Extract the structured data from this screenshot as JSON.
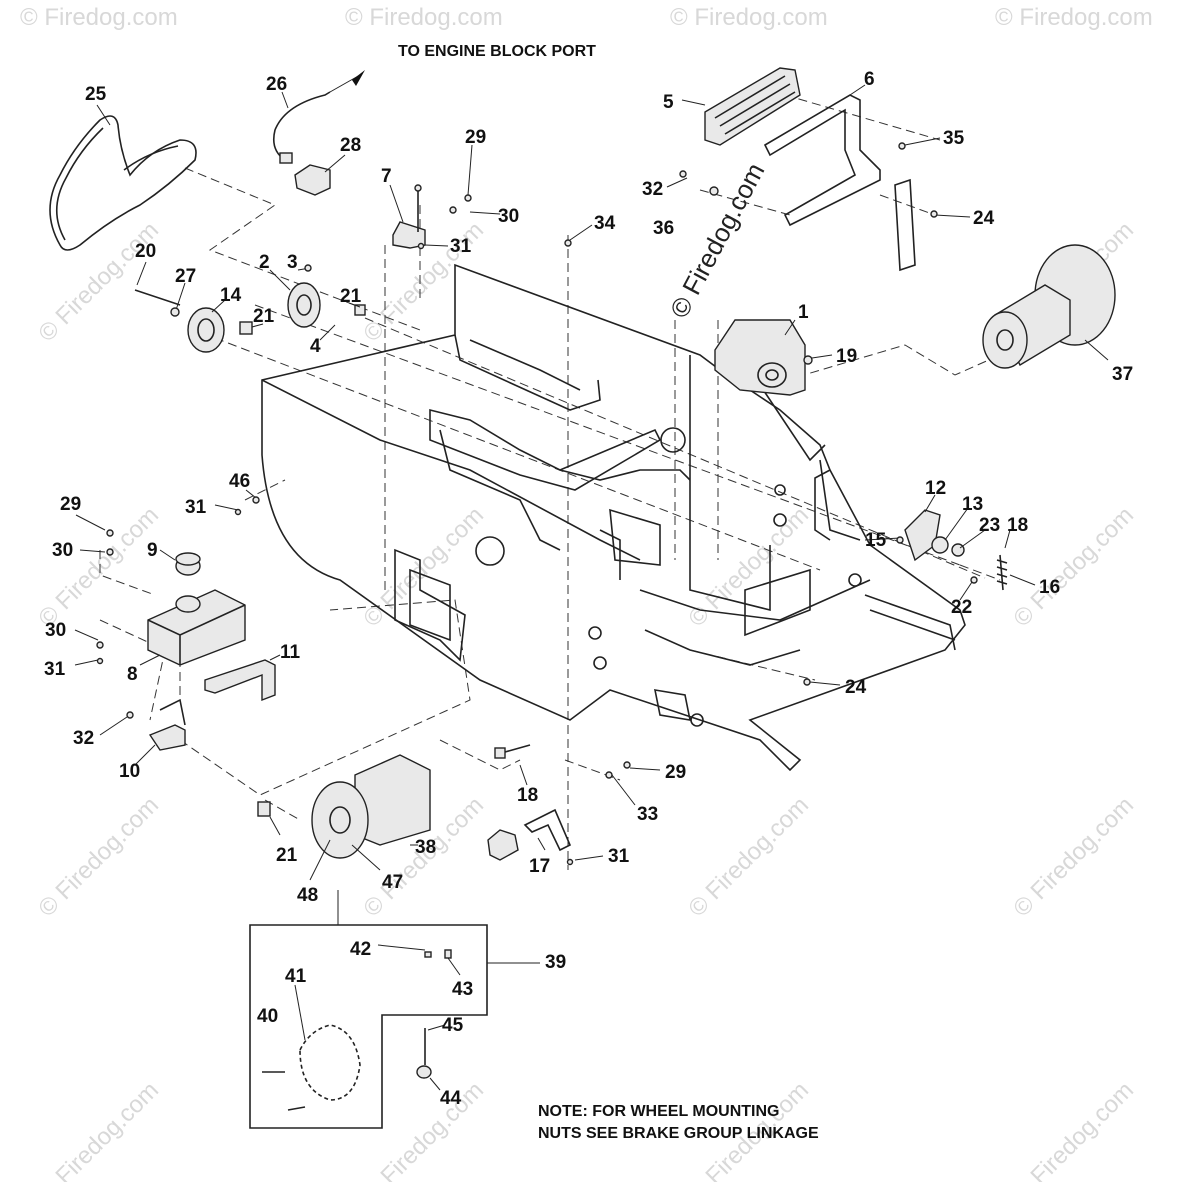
{
  "header": {
    "engine_port_label": "TO ENGINE BLOCK PORT"
  },
  "watermark": {
    "repeat_text": "© Firedog.com",
    "main_text": "© Firedog.com"
  },
  "callouts": {
    "c25": "25",
    "c26": "26",
    "c28": "28",
    "c7": "7",
    "c29a": "29",
    "c30a": "30",
    "c31a": "31",
    "c34": "34",
    "c5": "5",
    "c6": "6",
    "c35": "35",
    "c32a": "32",
    "c36": "36",
    "c24a": "24",
    "c20": "20",
    "c27": "27",
    "c14": "14",
    "c2": "2",
    "c3": "3",
    "c21a": "21",
    "c4": "4",
    "c21b": "21",
    "c1": "1",
    "c19": "19",
    "c37": "37",
    "c29b": "29",
    "c30b": "30",
    "c9": "9",
    "c46": "46",
    "c31b": "31",
    "c30c": "30",
    "c31c": "31",
    "c8": "8",
    "c11": "11",
    "c32b": "32",
    "c10": "10",
    "c12": "12",
    "c13": "13",
    "c23": "23",
    "c18a": "18",
    "c15": "15",
    "c16": "16",
    "c22": "22",
    "c24b": "24",
    "c18b": "18",
    "c29c": "29",
    "c33": "33",
    "c17": "17",
    "c31d": "31",
    "c21c": "21",
    "c38": "38",
    "c48": "48",
    "c47": "47",
    "c39": "39",
    "c42": "42",
    "c43": "43",
    "c41": "41",
    "c40": "40",
    "c45": "45",
    "c44": "44"
  },
  "note": {
    "line1": "NOTE: FOR WHEEL MOUNTING",
    "line2": "NUTS SEE BRAKE GROUP LINKAGE"
  }
}
